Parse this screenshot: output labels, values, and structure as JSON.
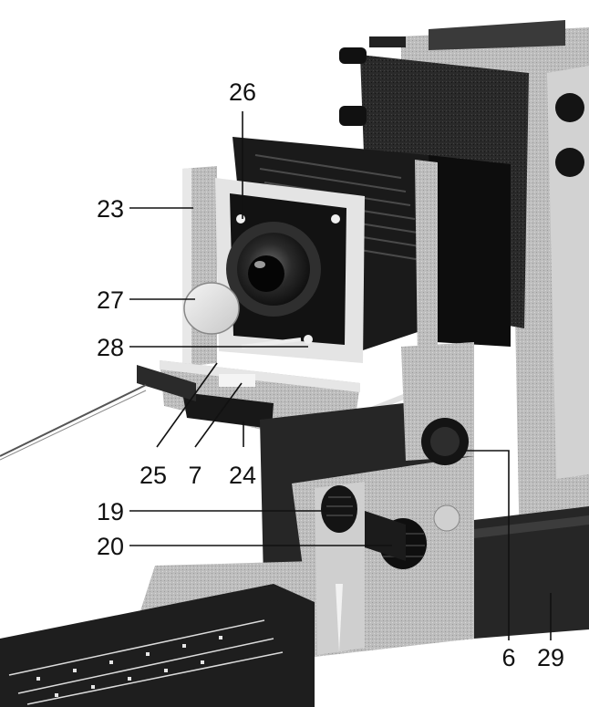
{
  "figure": {
    "subject": "camera-on-optical-bench-photograph",
    "callouts": [
      {
        "id": "c26",
        "label": "26"
      },
      {
        "id": "c23",
        "label": "23"
      },
      {
        "id": "c27",
        "label": "27"
      },
      {
        "id": "c28",
        "label": "28"
      },
      {
        "id": "c25",
        "label": "25"
      },
      {
        "id": "c7",
        "label": "7"
      },
      {
        "id": "c24",
        "label": "24"
      },
      {
        "id": "c19",
        "label": "19"
      },
      {
        "id": "c20",
        "label": "20"
      },
      {
        "id": "c6",
        "label": "6"
      },
      {
        "id": "c29",
        "label": "29"
      }
    ]
  },
  "colors": {
    "paper": "#ffffff",
    "ink": "#111111",
    "black_metal": "#1c1c1c",
    "mid_gray": "#8a8a8a",
    "light_metal": "#d6d6d6"
  }
}
